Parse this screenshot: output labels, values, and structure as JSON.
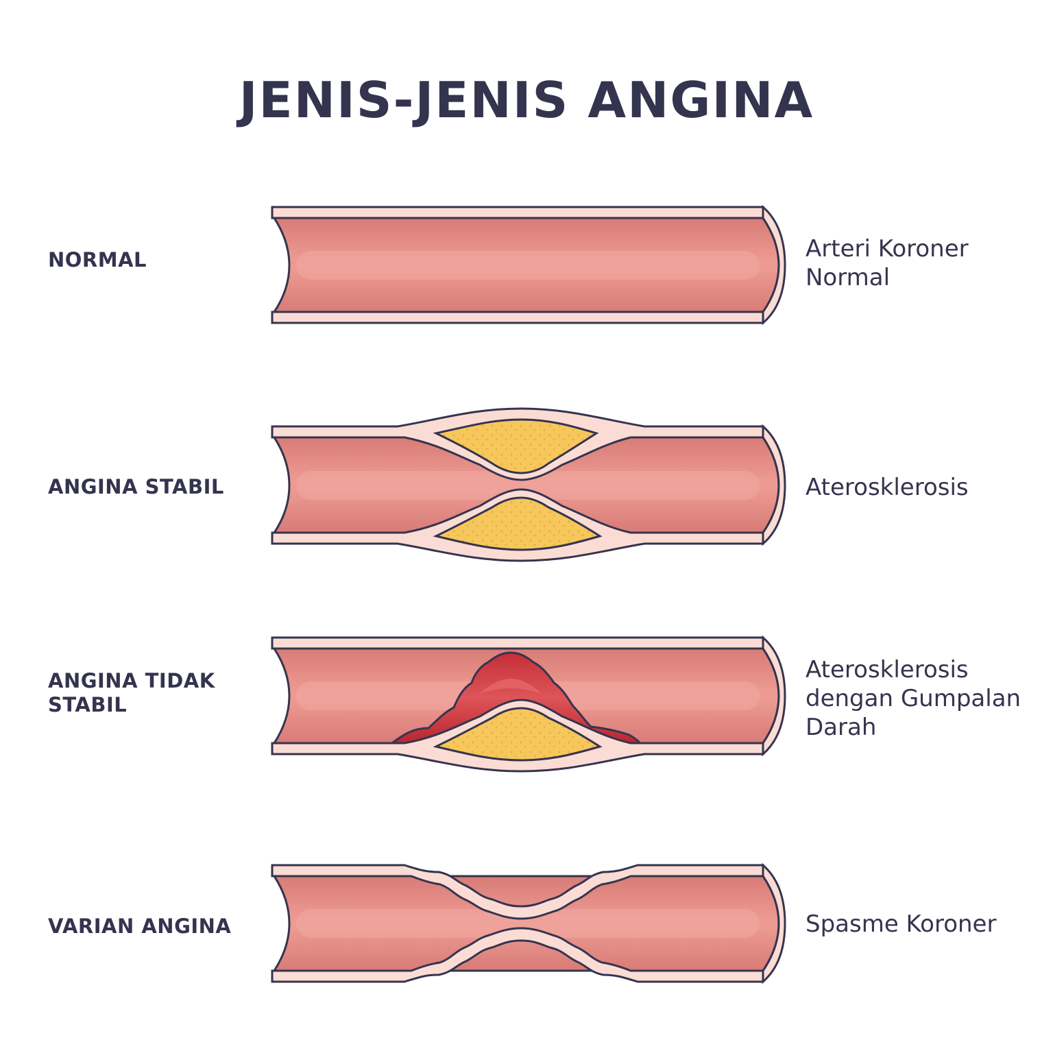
{
  "title": "JENIS-JENIS ANGINA",
  "rows": [
    {
      "type": "NORMAL",
      "description": "Arteri Koroner\nNormal"
    },
    {
      "type": "ANGINA STABIL",
      "description": "Aterosklerosis"
    },
    {
      "type": "ANGINA TIDAK\nSTABIL",
      "description": "Aterosklerosis\ndengan Gumpalan\nDarah"
    },
    {
      "type": "VARIAN ANGINA",
      "description": "Spasme Koroner"
    }
  ],
  "colors": {
    "outline": "#35344f",
    "vessel_wall": "#fbdcd4",
    "lumen": "#e18780",
    "lumen_highlight": "#ee9f96",
    "plaque": "#f6c75a",
    "clot": "#c8323a",
    "clot_highlight": "#e05a5e"
  }
}
